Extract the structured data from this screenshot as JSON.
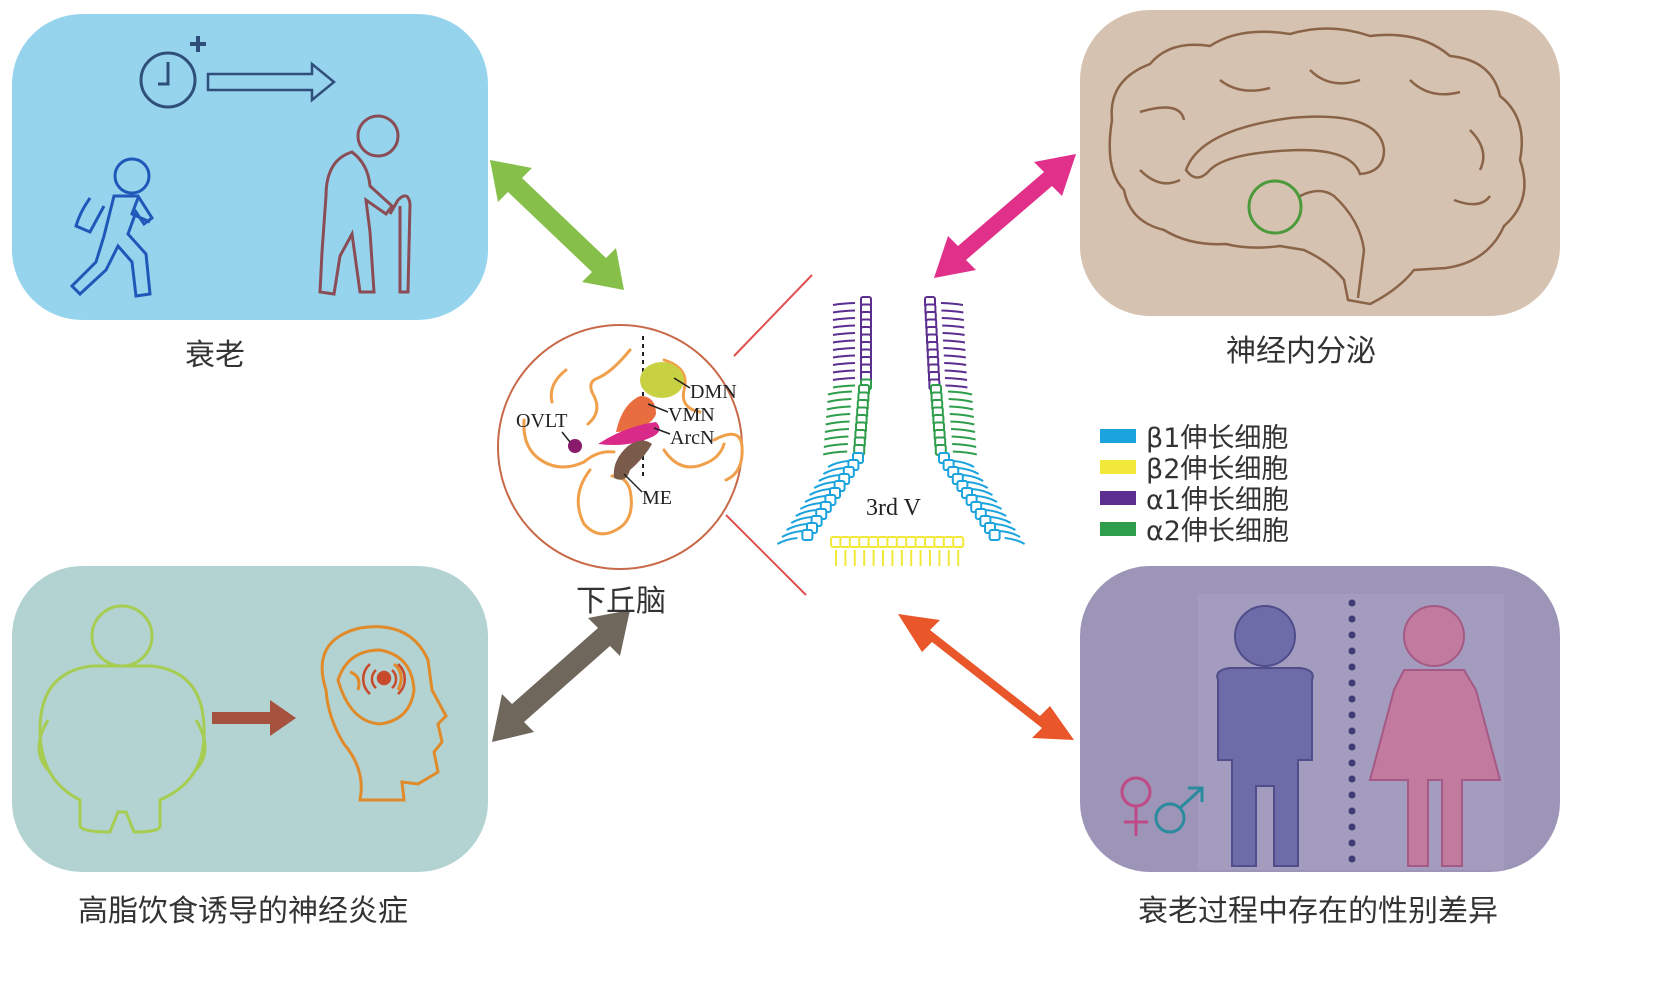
{
  "panels": {
    "aging": {
      "label": "衰老",
      "bg": "#96d4ee"
    },
    "neuroendocrine": {
      "label": "神经内分泌",
      "bg": "#d6c2b0"
    },
    "hfd": {
      "label": "高脂饮食诱导的神经炎症",
      "bg": "#b2d3d2"
    },
    "sex": {
      "label": "衰老过程中存在的性别差异",
      "bg": "#9c95b8"
    }
  },
  "hypothalamus": {
    "label": "下丘脑",
    "nuclei": {
      "dmn": "DMN",
      "vmn": "VMN",
      "arcn": "ArcN",
      "me": "ME",
      "ovlt": "OVLT"
    }
  },
  "ventricle": {
    "label": "3rd V"
  },
  "legend": [
    {
      "label": "β1伸长细胞",
      "color": "#1ba3dd"
    },
    {
      "label": "β2伸长细胞",
      "color": "#f1e83a"
    },
    {
      "label": "α1伸长细胞",
      "color": "#5b2e8f"
    },
    {
      "label": "α2伸长细胞",
      "color": "#2f9e4c"
    }
  ],
  "arrows": {
    "aging": "#86c04a",
    "neuroendocrine": "#e0308a",
    "hfd": "#6f665c",
    "sex": "#e8562a"
  }
}
